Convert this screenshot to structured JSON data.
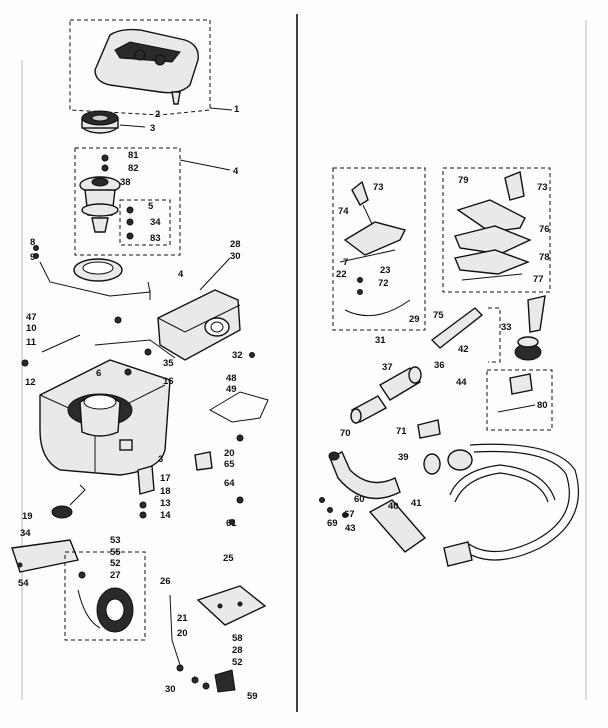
{
  "colors": {
    "ink": "#111111",
    "paper": "#fdfdfb",
    "part_fill": "#e9e9e9"
  },
  "labels": [
    {
      "id": "l1",
      "text": "1"
    },
    {
      "id": "l2",
      "text": "2"
    },
    {
      "id": "l3",
      "text": "3"
    },
    {
      "id": "l4",
      "text": "4"
    },
    {
      "id": "l81",
      "text": "81"
    },
    {
      "id": "l82",
      "text": "82"
    },
    {
      "id": "l38",
      "text": "38"
    },
    {
      "id": "l5",
      "text": "5"
    },
    {
      "id": "l34a",
      "text": "34"
    },
    {
      "id": "l83",
      "text": "83"
    },
    {
      "id": "l8",
      "text": "8"
    },
    {
      "id": "l9",
      "text": "9"
    },
    {
      "id": "l28",
      "text": "28"
    },
    {
      "id": "l30a",
      "text": "30"
    },
    {
      "id": "l4b",
      "text": "4"
    },
    {
      "id": "l47",
      "text": "47"
    },
    {
      "id": "l10",
      "text": "10"
    },
    {
      "id": "l11",
      "text": "11"
    },
    {
      "id": "l35",
      "text": "35"
    },
    {
      "id": "l32",
      "text": "32"
    },
    {
      "id": "l6",
      "text": "6"
    },
    {
      "id": "l12",
      "text": "12"
    },
    {
      "id": "l16",
      "text": "16"
    },
    {
      "id": "l48",
      "text": "48"
    },
    {
      "id": "l49",
      "text": "49"
    },
    {
      "id": "l20a",
      "text": "20"
    },
    {
      "id": "l65",
      "text": "65"
    },
    {
      "id": "l3b",
      "text": "3"
    },
    {
      "id": "l17",
      "text": "17"
    },
    {
      "id": "l18",
      "text": "18"
    },
    {
      "id": "l13",
      "text": "13"
    },
    {
      "id": "l14",
      "text": "14"
    },
    {
      "id": "l64",
      "text": "64"
    },
    {
      "id": "l19",
      "text": "19"
    },
    {
      "id": "l61",
      "text": "61"
    },
    {
      "id": "l34b",
      "text": "34"
    },
    {
      "id": "l53",
      "text": "53"
    },
    {
      "id": "l55",
      "text": "55"
    },
    {
      "id": "l52a",
      "text": "52"
    },
    {
      "id": "l27",
      "text": "27"
    },
    {
      "id": "l54",
      "text": "54"
    },
    {
      "id": "l25",
      "text": "25"
    },
    {
      "id": "l26",
      "text": "26"
    },
    {
      "id": "l21",
      "text": "21"
    },
    {
      "id": "l20b",
      "text": "20"
    },
    {
      "id": "l58",
      "text": "58"
    },
    {
      "id": "l28b",
      "text": "28"
    },
    {
      "id": "l52b",
      "text": "52"
    },
    {
      "id": "l30b",
      "text": "30"
    },
    {
      "id": "l59",
      "text": "59"
    },
    {
      "id": "l73a",
      "text": "73"
    },
    {
      "id": "l74",
      "text": "74"
    },
    {
      "id": "l7",
      "text": "7"
    },
    {
      "id": "l22",
      "text": "22"
    },
    {
      "id": "l23",
      "text": "23"
    },
    {
      "id": "l72",
      "text": "72"
    },
    {
      "id": "l29",
      "text": "29"
    },
    {
      "id": "l31",
      "text": "31"
    },
    {
      "id": "l79",
      "text": "79"
    },
    {
      "id": "l73b",
      "text": "73"
    },
    {
      "id": "l76",
      "text": "76"
    },
    {
      "id": "l78",
      "text": "78"
    },
    {
      "id": "l77",
      "text": "77"
    },
    {
      "id": "l75",
      "text": "75"
    },
    {
      "id": "l33",
      "text": "33"
    },
    {
      "id": "l36",
      "text": "36"
    },
    {
      "id": "l42",
      "text": "42"
    },
    {
      "id": "l37",
      "text": "37"
    },
    {
      "id": "l44",
      "text": "44"
    },
    {
      "id": "l80",
      "text": "80"
    },
    {
      "id": "l70",
      "text": "70"
    },
    {
      "id": "l71",
      "text": "71"
    },
    {
      "id": "l39",
      "text": "39"
    },
    {
      "id": "l41",
      "text": "41"
    },
    {
      "id": "l60",
      "text": "60"
    },
    {
      "id": "l40",
      "text": "40"
    },
    {
      "id": "l67",
      "text": "67"
    },
    {
      "id": "l69",
      "text": "69"
    },
    {
      "id": "l43",
      "text": "43"
    }
  ]
}
